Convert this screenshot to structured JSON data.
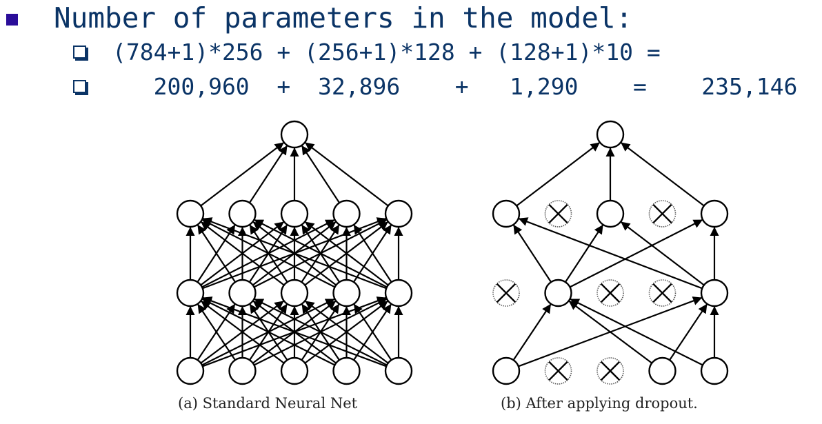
{
  "slide": {
    "heading": "Number of parameters in the model:",
    "bullets": [
      "(784+1)*256 + (256+1)*128 + (128+1)*10 =",
      "   200,960  +  32,896    +   1,290    =    235,146"
    ],
    "bullet_color": "#2a0d99",
    "text_color": "#0b3466"
  },
  "figure": {
    "captions": {
      "standard": "(a) Standard Neural Net",
      "dropout": "(b) After applying dropout."
    },
    "layers": [
      5,
      5,
      5,
      1
    ],
    "dropout_kept": {
      "input": [
        0,
        3,
        4
      ],
      "hidden1": [
        1,
        4
      ],
      "hidden2": [
        0,
        2,
        4
      ]
    }
  }
}
